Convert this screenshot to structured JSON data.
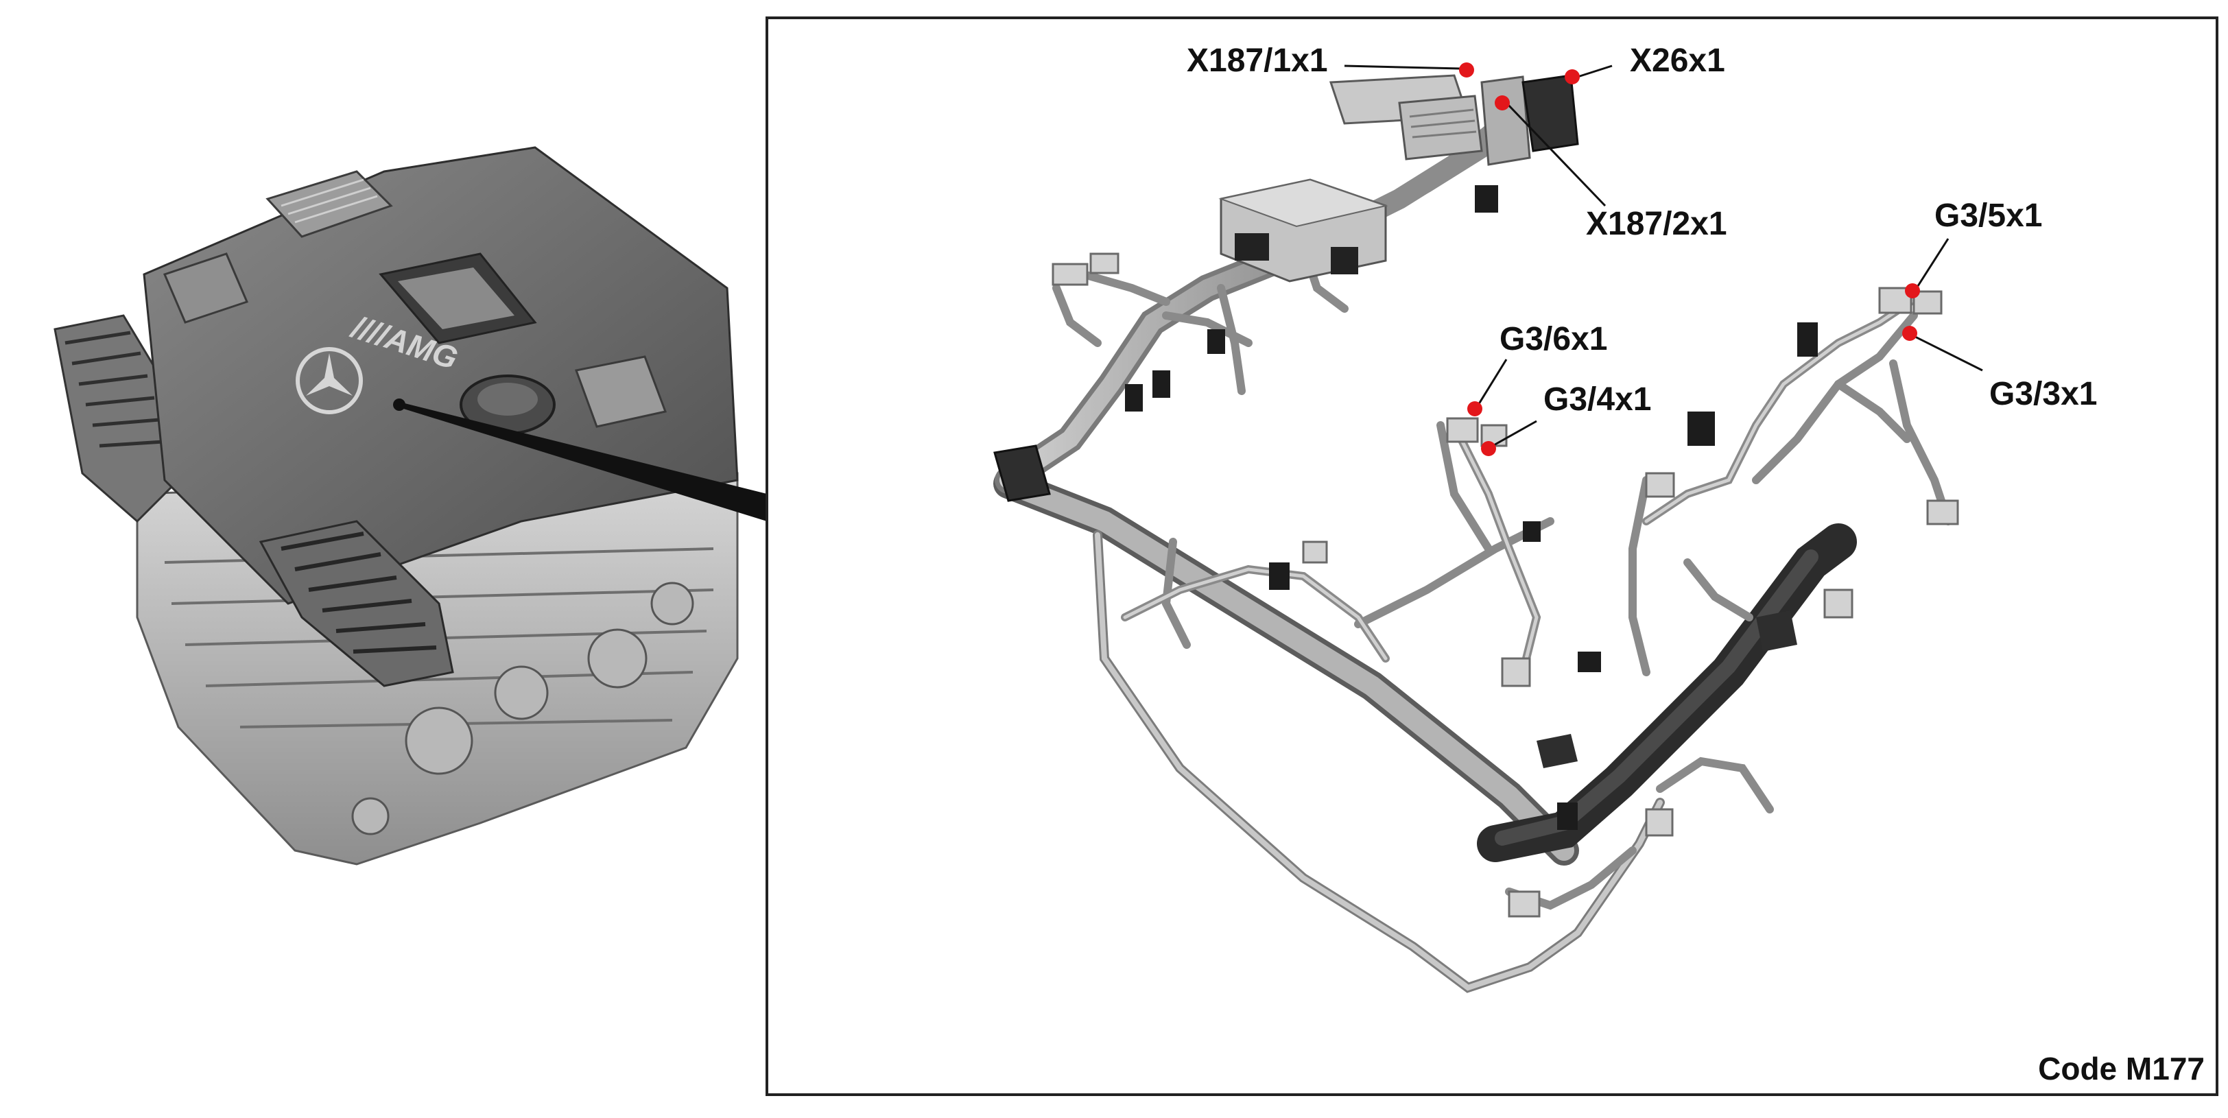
{
  "code_label": "Code M177",
  "callouts": [
    {
      "id": "x187-1x1",
      "text": "X187/1x1"
    },
    {
      "id": "x26x1",
      "text": "X26x1"
    },
    {
      "id": "x187-2x1",
      "text": "X187/2x1"
    },
    {
      "id": "g3-5x1",
      "text": "G3/5x1"
    },
    {
      "id": "g3-6x1",
      "text": "G3/6x1"
    },
    {
      "id": "g3-4x1",
      "text": "G3/4x1"
    },
    {
      "id": "g3-3x1",
      "text": "G3/3x1"
    }
  ],
  "colors": {
    "marker": "#e3171b",
    "frame": "#222222",
    "harness": "#9a9a9a",
    "harness_dark": "#3a3a3a",
    "engine_cover": "#6c6c6c"
  },
  "icons": [
    "mercedes-star-icon",
    "amg-logo"
  ]
}
